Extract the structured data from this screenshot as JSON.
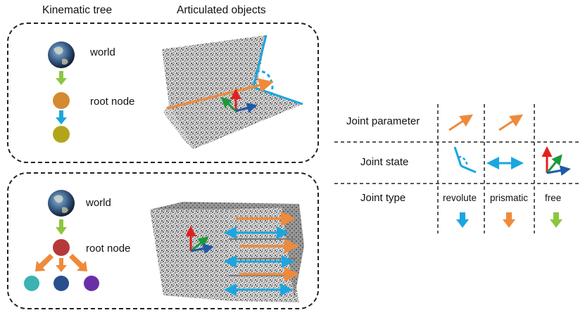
{
  "headers": {
    "tree": "Kinematic tree",
    "objects": "Articulated objects"
  },
  "top_panel": {
    "world_label": "world",
    "root_label": "root node"
  },
  "bottom_panel": {
    "world_label": "world",
    "root_label": "root node"
  },
  "legend": {
    "rows": [
      "Joint parameter",
      "Joint state",
      "Joint type"
    ],
    "types": [
      "revolute",
      "prismatic",
      "free"
    ]
  },
  "colors": {
    "revolute": "#1aa6e0",
    "prismatic": "#ef8a3a",
    "free": "#8cc63f",
    "root_top": "#d48a30",
    "child_top": "#b3a51a",
    "root_bottom": "#b5393a",
    "child_teal": "#3bb3b3",
    "child_navy": "#27508c",
    "child_purple": "#6a2ea8",
    "points": "#8a8a8a"
  },
  "icons": [
    "earth-icon",
    "axes-icon",
    "arrow-down-icon"
  ]
}
